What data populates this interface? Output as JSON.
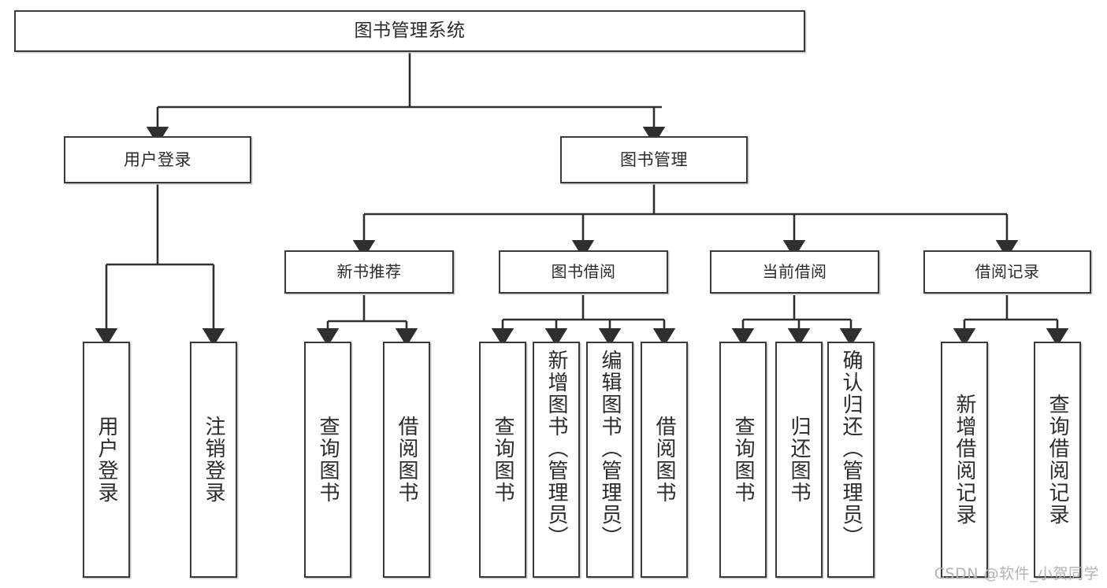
{
  "diagram": {
    "title": "图书管理系统",
    "type": "tree-hierarchy",
    "stroke_color": "#3a3a3a",
    "fill_color": "#ffffff",
    "text_color": "#2b2b2b",
    "watermark": "CSDN @软件_小贺同学"
  },
  "nodes": {
    "root": {
      "label": "图书管理系统"
    },
    "level1": [
      {
        "label": "用户登录"
      },
      {
        "label": "图书管理"
      }
    ],
    "level2": [
      {
        "label": "新书推荐"
      },
      {
        "label": "图书借阅"
      },
      {
        "label": "当前借阅"
      },
      {
        "label": "借阅记录"
      }
    ],
    "leaves": {
      "user_login": [
        {
          "label": "用户登录"
        },
        {
          "label": "注销登录"
        }
      ],
      "new_book_recommend": [
        {
          "label": "查询图书"
        },
        {
          "label": "借阅图书"
        }
      ],
      "book_borrow": [
        {
          "label": "查询图书"
        },
        {
          "label": "新增图书（管理员）"
        },
        {
          "label": "编辑图书（管理员）"
        },
        {
          "label": "借阅图书"
        }
      ],
      "current_borrow": [
        {
          "label": "查询图书"
        },
        {
          "label": "归还图书"
        },
        {
          "label": "确认归还（管理员）"
        }
      ],
      "borrow_record": [
        {
          "label": "新增借阅记录"
        },
        {
          "label": "查询借阅记录"
        }
      ]
    }
  }
}
